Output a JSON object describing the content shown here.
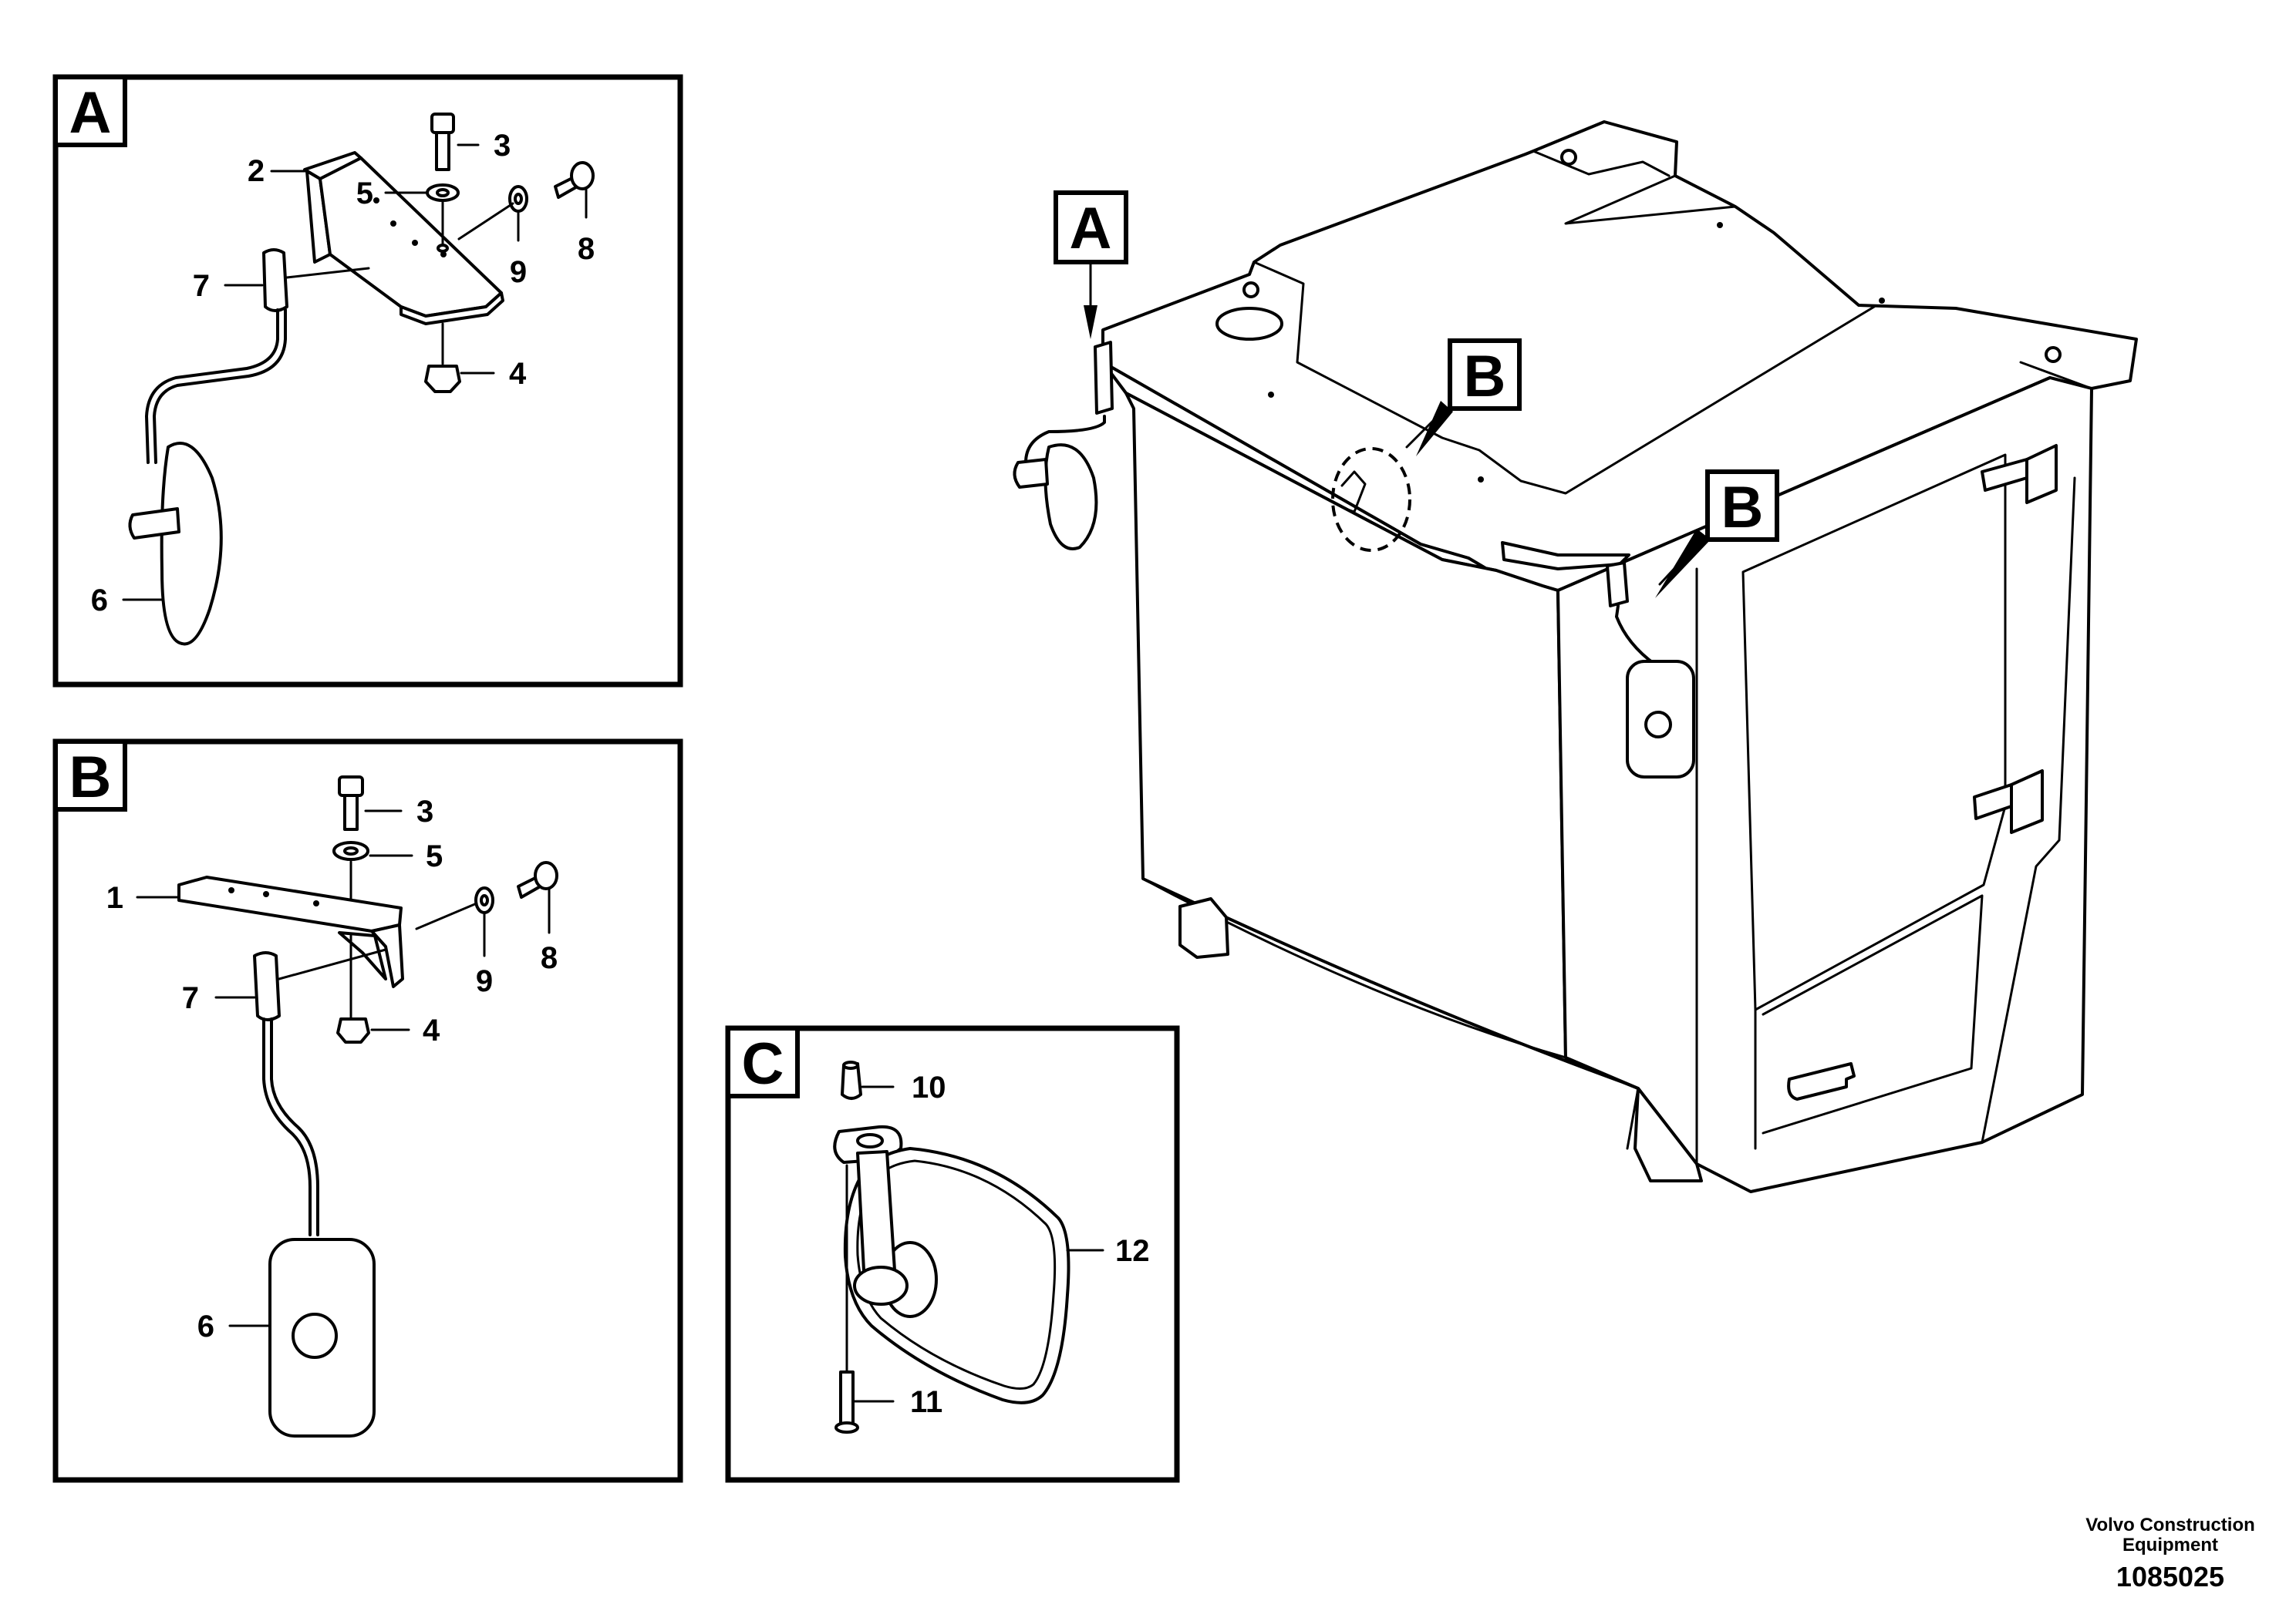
{
  "details": {
    "A": {
      "letter": "A",
      "callouts": [
        {
          "text": "2"
        },
        {
          "text": "3"
        },
        {
          "text": "5"
        },
        {
          "text": "8"
        },
        {
          "text": "9"
        },
        {
          "text": "7"
        },
        {
          "text": "4"
        },
        {
          "text": "6"
        }
      ]
    },
    "B": {
      "letter": "B",
      "callouts": [
        {
          "text": "3"
        },
        {
          "text": "5"
        },
        {
          "text": "1"
        },
        {
          "text": "8"
        },
        {
          "text": "9"
        },
        {
          "text": "7"
        },
        {
          "text": "4"
        },
        {
          "text": "6"
        }
      ]
    },
    "C": {
      "letter": "C",
      "callouts": [
        {
          "text": "10"
        },
        {
          "text": "12"
        },
        {
          "text": "11"
        }
      ]
    }
  },
  "cab_tags": [
    "A",
    "B",
    "B"
  ],
  "footer": {
    "company_line1": "Volvo Construction",
    "company_line2": "Equipment",
    "drawing_number": "1085025"
  }
}
